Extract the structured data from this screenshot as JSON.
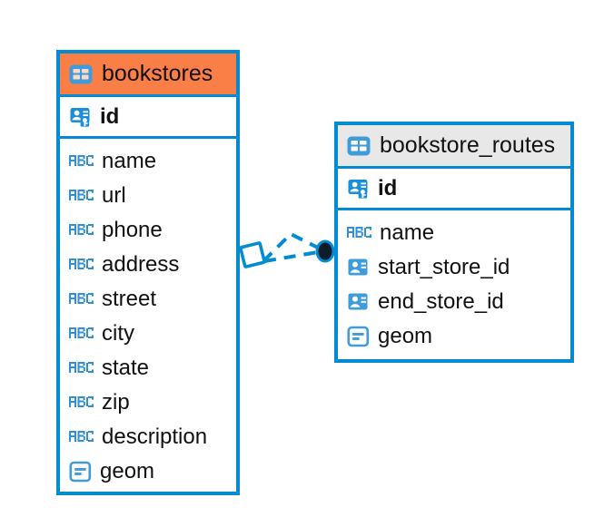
{
  "diagram": {
    "type": "entity-relationship-diagram",
    "colors": {
      "line_blue": "#008bd2",
      "header_orange": "#fa7f46",
      "header_gray": "#e8e8e8",
      "icon_blue": "#3f9bd9",
      "text_black": "#111111",
      "endpoint_dark": "#0d1b2a"
    },
    "tables": [
      {
        "name": "bookstores",
        "header_style": "orange",
        "header_icon": "table-icon",
        "primary_key": {
          "label": "id",
          "icon": "primary-key-icon"
        },
        "columns": [
          {
            "label": "name",
            "icon": "abc-text-icon"
          },
          {
            "label": "url",
            "icon": "abc-text-icon"
          },
          {
            "label": "phone",
            "icon": "abc-text-icon"
          },
          {
            "label": "address",
            "icon": "abc-text-icon"
          },
          {
            "label": "street",
            "icon": "abc-text-icon"
          },
          {
            "label": "city",
            "icon": "abc-text-icon"
          },
          {
            "label": "state",
            "icon": "abc-text-icon"
          },
          {
            "label": "zip",
            "icon": "abc-text-icon"
          },
          {
            "label": "description",
            "icon": "abc-text-icon"
          },
          {
            "label": "geom",
            "icon": "geometry-icon"
          }
        ]
      },
      {
        "name": "bookstore_routes",
        "header_style": "gray",
        "header_icon": "table-icon",
        "primary_key": {
          "label": "id",
          "icon": "primary-key-icon"
        },
        "columns": [
          {
            "label": "name",
            "icon": "abc-text-icon"
          },
          {
            "label": "start_store_id",
            "icon": "foreign-key-icon"
          },
          {
            "label": "end_store_id",
            "icon": "foreign-key-icon"
          },
          {
            "label": "geom",
            "icon": "geometry-icon"
          }
        ]
      }
    ],
    "relationship": {
      "style": "dashed",
      "source_marker": "diamond-marker",
      "target_marker": "filled-circle-marker"
    }
  }
}
